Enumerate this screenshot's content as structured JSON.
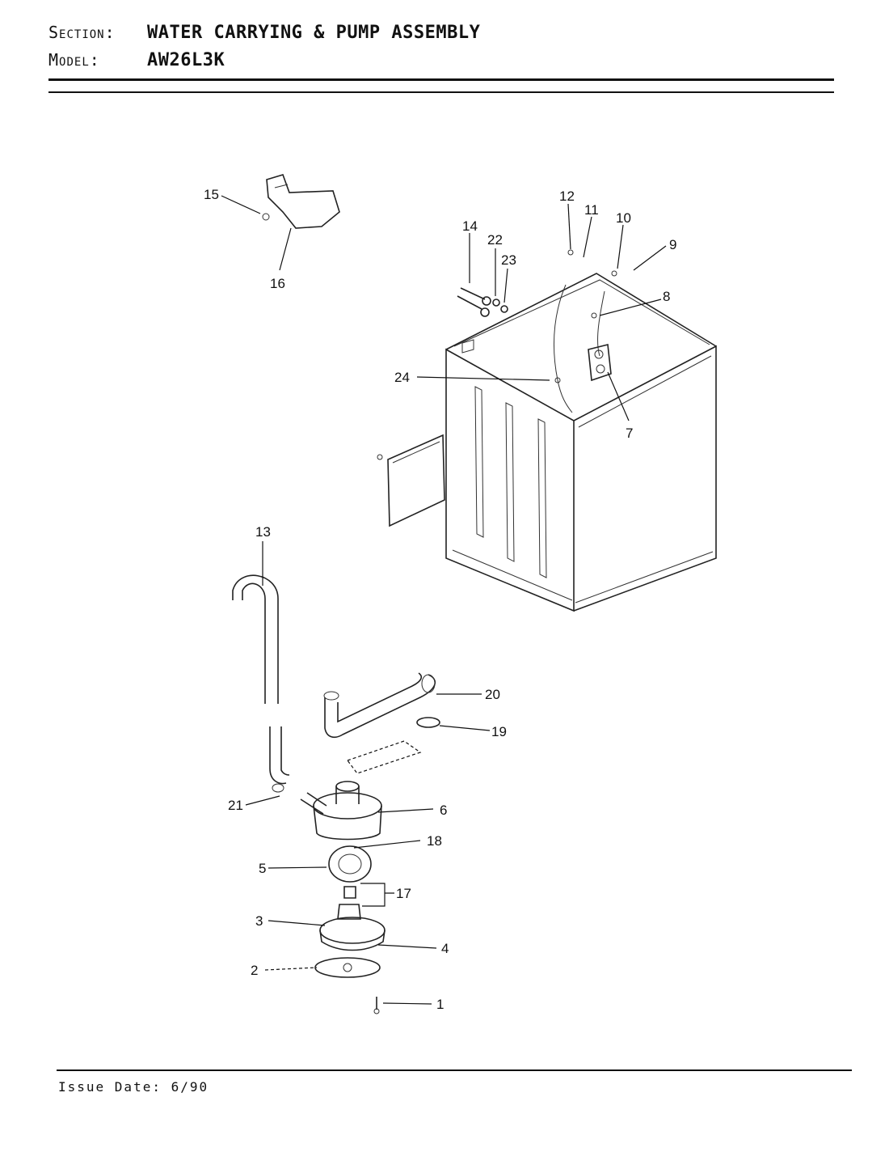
{
  "header": {
    "section_key": "Section:",
    "section_value": "WATER CARRYING & PUMP ASSEMBLY",
    "model_key": "Model:",
    "model_value": "AW26L3K"
  },
  "footer": {
    "issue_date": "Issue Date: 6/90"
  },
  "callouts": {
    "c1": "1",
    "c2": "2",
    "c3": "3",
    "c4": "4",
    "c5": "5",
    "c6": "6",
    "c7": "7",
    "c8": "8",
    "c9": "9",
    "c10": "10",
    "c11": "11",
    "c12": "12",
    "c13": "13",
    "c14": "14",
    "c15": "15",
    "c16": "16",
    "c17": "17",
    "c18": "18",
    "c19": "19",
    "c20": "20",
    "c21": "21",
    "c22": "22",
    "c23": "23",
    "c24": "24"
  }
}
